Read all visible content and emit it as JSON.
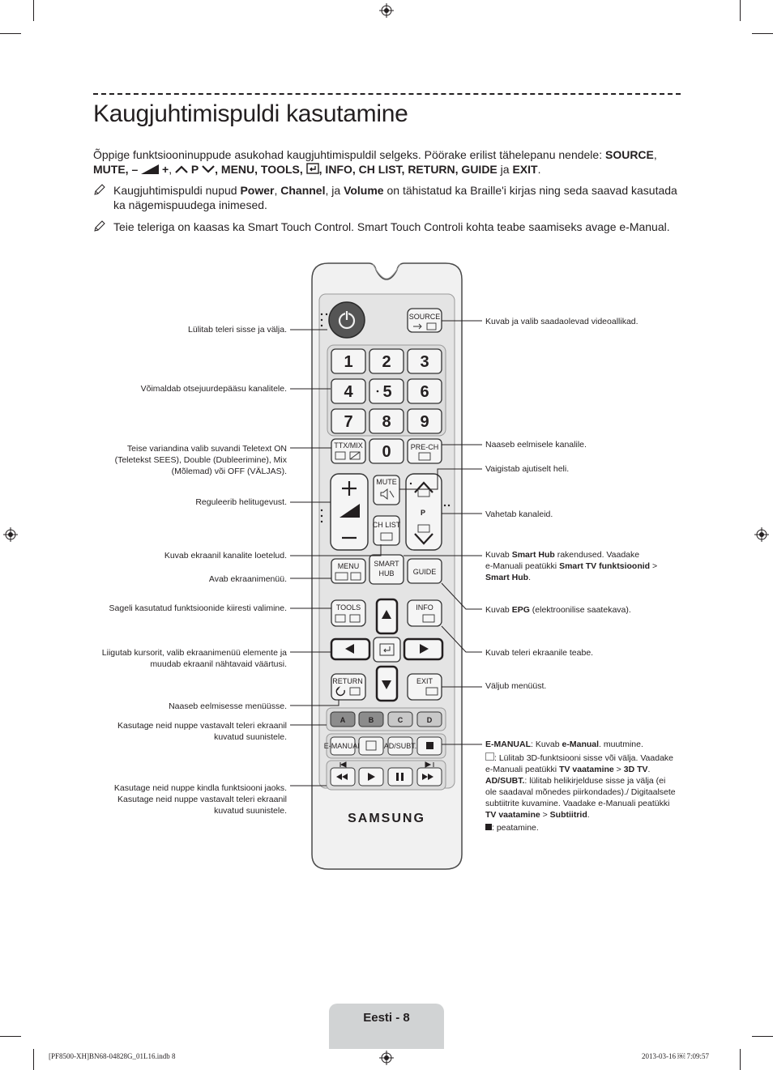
{
  "title": "Kaugjuhtimispuldi kasutamine",
  "intro": {
    "p1": "Õppige funktsiooninuppude asukohad kaugjuhtimispuldil selgeks. Pöörake erilist tähelepanu nendele: ",
    "source": "SOURCE",
    "mute": "MUTE, ",
    "vol_minus": "–",
    "vol_plus": "+",
    "p_label": "P",
    "rest": ", MENU, TOOLS, ",
    "rest2": ", INFO, CH LIST, RETURN, GUIDE",
    "ja": " ja ",
    "exit": "EXIT",
    "dot": "."
  },
  "notes": [
    {
      "pre": "Kaugjuhtimispuldi nupud ",
      "b1": "Power",
      "c1": ", ",
      "b2": "Channel",
      "c2": ", ja ",
      "b3": "Volume",
      "post": " on tähistatud ka Braille'i kirjas ning seda saavad kasutada ka nägemispuudega inimesed."
    },
    {
      "text": "Teie teleriga on kaasas ka Smart Touch Control. Smart Touch Controli kohta teabe saamiseks avage e-Manual."
    }
  ],
  "remote": {
    "source": "SOURCE",
    "digits": [
      "1",
      "2",
      "3",
      "4",
      "5",
      "6",
      "7",
      "8",
      "9",
      "0"
    ],
    "ttx": "TTX/MIX",
    "prech": "PRE-CH",
    "mute": "MUTE",
    "chlist": "CH LIST",
    "p": "P",
    "menu": "MENU",
    "smart1": "SMART",
    "smart2": "HUB",
    "guide": "GUIDE",
    "tools": "TOOLS",
    "info": "INFO",
    "return": "RETURN",
    "exit": "EXIT",
    "colors": [
      "A",
      "B",
      "C",
      "D"
    ],
    "emanual": "E-MANUAL",
    "adsubt": "AD/SUBT.",
    "brand": "SAMSUNG"
  },
  "left_labels": {
    "power": "Lülitab teleri sisse ja välja.",
    "digits": "Võimaldab otsejuurdepääsu kanalitele.",
    "ttx1": "Teise variandina valib suvandi Teletext ON",
    "ttx2": "(Teletekst SEES), Double (Dubleerimine), Mix",
    "ttx3": "(Mõlemad) või OFF (VÄLJAS).",
    "volume": "Reguleerib helitugevust.",
    "chlist": "Kuvab ekraanil kanalite loetelud.",
    "menu": "Avab ekraanimenüü.",
    "tools": "Sageli kasutatud funktsioonide kiiresti valimine.",
    "nav1": "Liigutab kursorit, valib ekraanimenüü elemente ja",
    "nav2": "muudab ekraanil nähtavaid väärtusi.",
    "return": "Naaseb eelmisesse menüüsse.",
    "colors1": "Kasutage neid nuppe vastavalt teleri ekraanil",
    "colors2": "kuvatud suunistele.",
    "media1": "Kasutage neid nuppe kindla funktsiooni jaoks.",
    "media2": "Kasutage neid nuppe vastavalt teleri ekraanil",
    "media3": "kuvatud suunistele."
  },
  "right_labels": {
    "source": "Kuvab ja valib saadaolevad videoallikad.",
    "prech": "Naaseb eelmisele kanalile.",
    "mute": "Vaigistab ajutiselt heli.",
    "channel": "Vahetab kanaleid.",
    "smart_a": "Kuvab ",
    "smart_b": "Smart Hub",
    "smart_c": " rakendused. Vaadake",
    "smart_d": "e-Manuali peatükki ",
    "smart_e": "Smart TV funktsioonid",
    "smart_f": " > ",
    "smart_g": "Smart Hub",
    "smart_h": ".",
    "guide_a": "Kuvab ",
    "guide_b": "EPG",
    "guide_c": " (elektroonilise saatekava).",
    "info": "Kuvab teleri ekraanile teabe.",
    "exit": "Väljub menüüst.",
    "em_a": "E-MANUAL",
    "em_b": ": Kuvab ",
    "em_c": "e-Manual",
    "em_d": ". muutmine.",
    "d3_a": ": Lülitab 3D-funktsiooni sisse või välja. Vaadake",
    "d3_b": "e-Manuali peatükki ",
    "d3_c": "TV vaatamine",
    "d3_d": " > ",
    "d3_e": "3D TV",
    "d3_f": ".",
    "ad_a": "AD/SUBT.",
    "ad_b": ": lülitab helikirjelduse sisse ja välja (ei",
    "ad_c": "ole saadaval mõnedes piirkondades)./ Digitaalsete",
    "ad_d": "subtiitrite kuvamine. Vaadake e-Manuali peatükki",
    "ad_e": "TV vaatamine",
    "ad_f": " > ",
    "ad_g": "Subtiitrid",
    "ad_h": ".",
    "stop": ": peatamine."
  },
  "footer": {
    "page": "Eesti - 8",
    "file": "[PF8500-XH]BN68-04828G_01L16.indb   8",
    "date": "2013-03-16   ￼ 7:09:57"
  },
  "colors": {
    "text": "#231f20",
    "tab": "#d1d3d4",
    "remote_body": "#f1f1f1",
    "btn_a": "#8c8c8c",
    "btn_b": "#8c8c8c",
    "btn_c": "#c8c8c8",
    "btn_d": "#c8c8c8"
  }
}
